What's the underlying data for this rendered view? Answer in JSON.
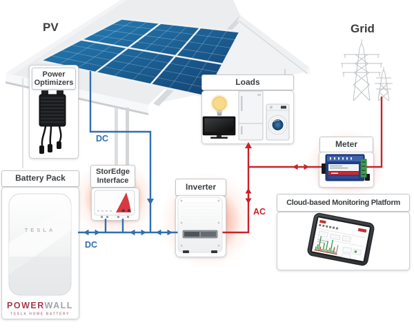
{
  "pv": {
    "label": "PV"
  },
  "grid": {
    "label": "Grid"
  },
  "power_optimizers": {
    "label": "Power Optimizers"
  },
  "battery_pack": {
    "label": "Battery Pack",
    "device_brand": "TESLA",
    "product_name_bold": "POWER",
    "product_name_light": "WALL",
    "product_subtitle": "TESLA HOME BATTERY"
  },
  "storedge_interface": {
    "label": "StorEdge Interface"
  },
  "inverter": {
    "label": "Inverter"
  },
  "loads": {
    "label": "Loads",
    "icons": [
      "lightbulb-icon",
      "tv-icon",
      "refrigerator-icon",
      "washing-machine-icon"
    ]
  },
  "meter": {
    "label": "Meter"
  },
  "monitoring_platform": {
    "label": "Cloud-based Monitoring Platform"
  },
  "flow_labels": {
    "dc_pv": "DC",
    "dc_battery": "DC",
    "ac": "AC"
  },
  "colors": {
    "dc_line_blue": "#2f6eb0",
    "ac_line_red": "#cc2128",
    "panel_blue_light": "#2683bd",
    "panel_blue_dark": "#123f6e",
    "glow_red": "#f06c4e",
    "storedge_red": "#d63a40",
    "powerwall_red": "#a63a4a",
    "washer_door_blue": "#2a6496",
    "meter_body_blue": "#1f3f86",
    "meter_terminal_green": "#3f9d4e",
    "label_text": "#3b3e41"
  }
}
